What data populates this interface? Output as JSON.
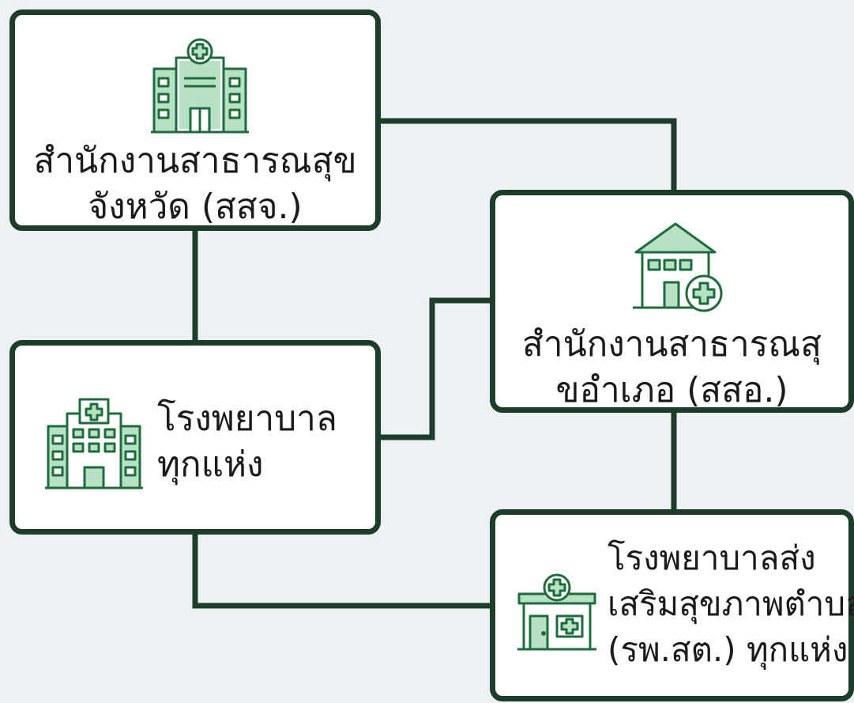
{
  "nodes": {
    "provincial": {
      "line1": "สำนักงานสาธารณสุข",
      "line2": "จังหวัด (สสจ.)",
      "icon": "hospital-building-icon"
    },
    "district": {
      "line1": "สำนักงานสาธารณสุ",
      "line2": "ขอำเภอ (สสอ.)",
      "icon": "house-clinic-icon"
    },
    "hospitals": {
      "line1": "โรงพยาบาล",
      "line2": "ทุกแห่ง",
      "icon": "hospital-icon"
    },
    "subdistrict": {
      "line1": "โรงพยาบาลส่ง",
      "line2": "เสริมสุขภาพตำบล",
      "line3": "(รพ.สต.) ทุกแห่ง",
      "icon": "health-promoting-clinic-icon"
    }
  },
  "colors": {
    "border": "#1b3d2a",
    "icon_stroke": "#1e6b3c",
    "icon_fill": "#b7e0c4",
    "background": "#eef1f3"
  }
}
